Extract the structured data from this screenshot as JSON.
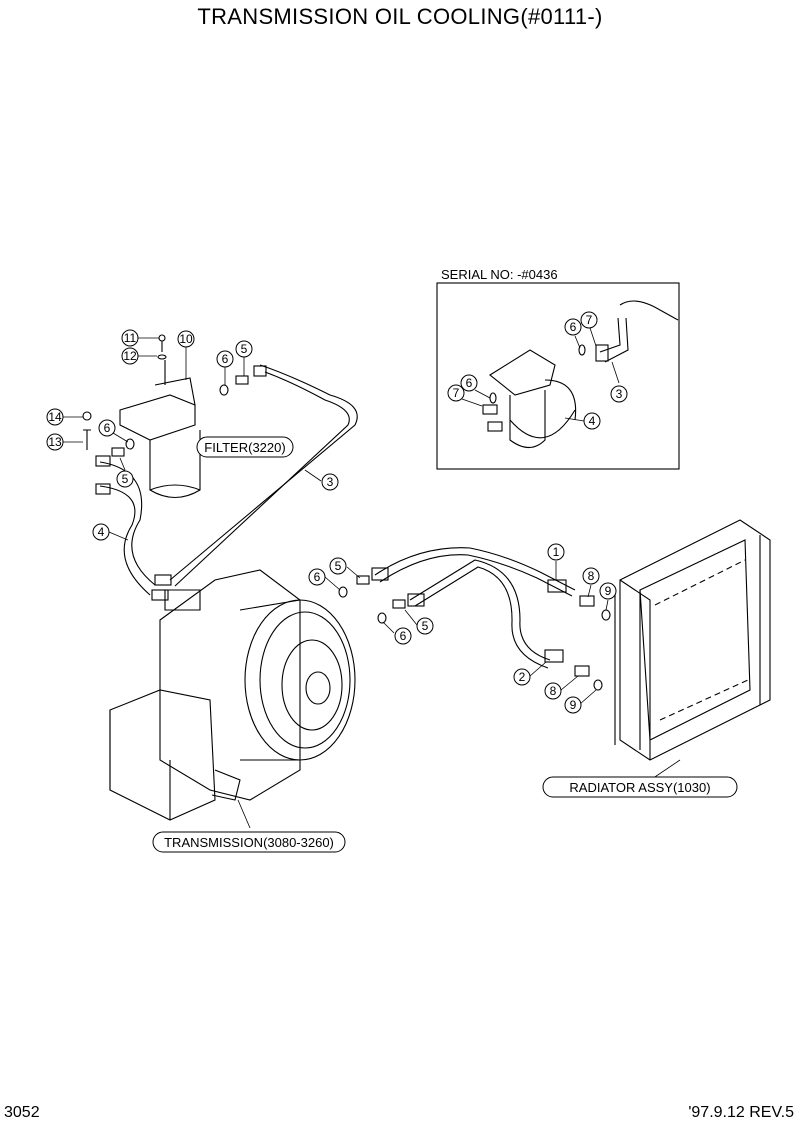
{
  "title": "TRANSMISSION OIL COOLING(#0111-)",
  "footer": {
    "page_code": "3052",
    "revision": "'97.9.12  REV.5"
  },
  "inset": {
    "label": "SERIAL NO: -#0436"
  },
  "labels": {
    "filter": "FILTER(3220)",
    "radiator": "RADIATOR ASSY(1030)",
    "transmission": "TRANSMISSION(3080-3260)"
  },
  "part_numbers": {
    "p11": "11",
    "p12": "12",
    "p10": "10",
    "p6a": "6",
    "p5a": "5",
    "p14": "14",
    "p6b": "6",
    "p13": "13",
    "p5b": "5",
    "p3": "3",
    "p4": "4",
    "p5c": "5",
    "p6c": "6",
    "p1": "1",
    "p8a": "8",
    "p9a": "9",
    "p6d": "6",
    "p5d": "5",
    "p2": "2",
    "p8b": "8",
    "p9b": "9",
    "i6a": "6",
    "i7a": "7",
    "i6b": "6",
    "i7b": "7",
    "i3": "3",
    "i4": "4"
  }
}
